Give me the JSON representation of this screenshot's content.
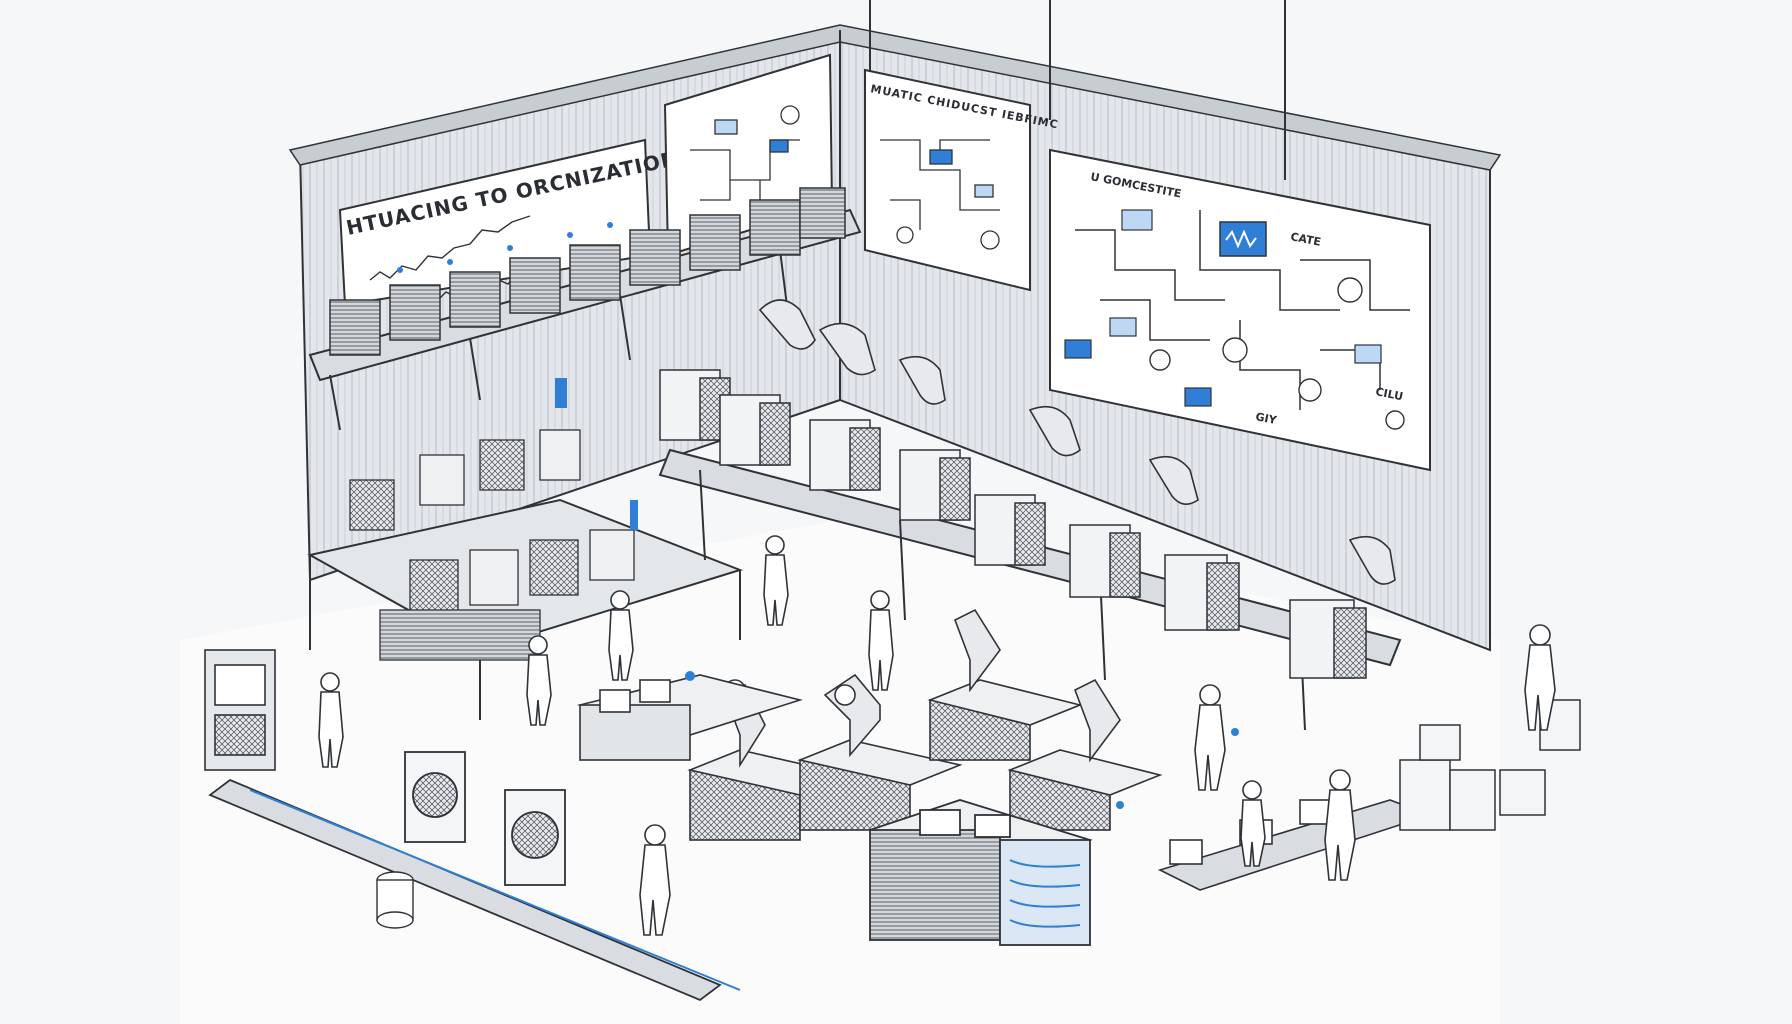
{
  "signs": {
    "left_banner": "HTUACING TO ORCNIZATION",
    "center_board": "MUATIC CHIDUCST IEBFIMC",
    "right_board": "U GOMCESTITE",
    "right_board_label_a": "CATE",
    "right_board_label_b": "GIY",
    "right_board_label_c": "CILU"
  },
  "colors": {
    "line": "#2f3338",
    "accent_blue": "#2f7fd6",
    "wall": "#dfe3e7",
    "floor": "#fbfbfc"
  }
}
